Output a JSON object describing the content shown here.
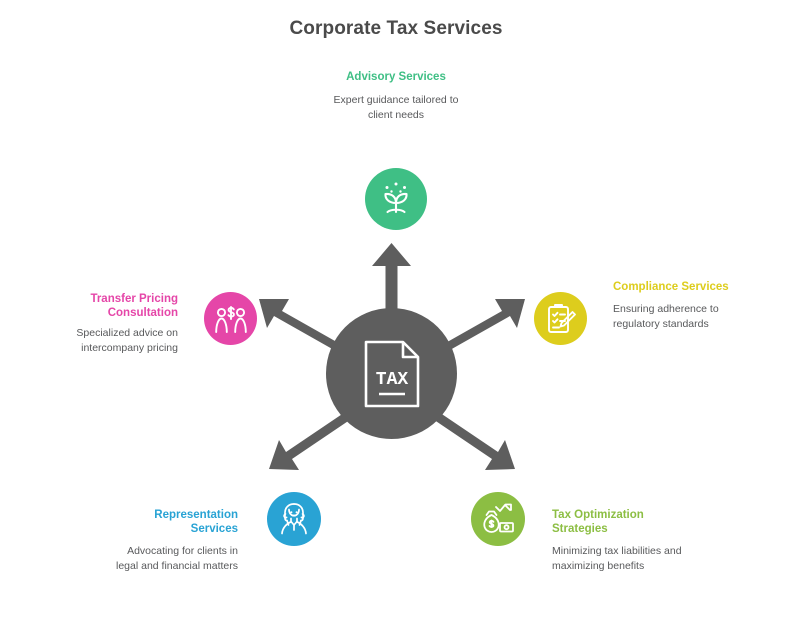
{
  "title": "Corporate Tax Services",
  "colors": {
    "hub": "#5e5e5e",
    "arrow": "#5e5e5e",
    "advisory": "#3fbf85",
    "compliance": "#ddcd1d",
    "optimization": "#8cbe43",
    "representation": "#29a3d4",
    "transfer_pricing": "#e546a8",
    "title_text": "#4a4a4a",
    "body_text": "#58595b"
  },
  "hub": {
    "icon": "tax-document-icon",
    "document_label": "TAX"
  },
  "nodes": [
    {
      "id": "advisory",
      "title": "Advisory Services",
      "description": "Expert guidance tailored to client needs",
      "icon": "sprout-plant-icon",
      "color": "#3fbf85",
      "align": "center"
    },
    {
      "id": "compliance",
      "title": "Compliance Services",
      "description": "Ensuring adherence to regulatory standards",
      "icon": "clipboard-checklist-pencil-icon",
      "color": "#ddcd1d",
      "align": "left"
    },
    {
      "id": "optimization",
      "title": "Tax Optimization Strategies",
      "description": "Minimizing tax liabilities and maximizing benefits",
      "icon": "money-bag-growth-icon",
      "color": "#8cbe43",
      "align": "left"
    },
    {
      "id": "representation",
      "title": "Representation Services",
      "description": "Advocating for clients in legal and financial matters",
      "icon": "judge-lawyer-icon",
      "color": "#29a3d4",
      "align": "right"
    },
    {
      "id": "transfer_pricing",
      "title": "Transfer Pricing Consultation",
      "description": "Specialized advice on intercompany pricing",
      "icon": "two-people-dollar-icon",
      "color": "#e546a8",
      "align": "right"
    }
  ],
  "arrows": [
    {
      "id": "arrow-up",
      "direction": "up"
    },
    {
      "id": "arrow-upper-right",
      "direction": "upper-right"
    },
    {
      "id": "arrow-lower-right",
      "direction": "lower-right"
    },
    {
      "id": "arrow-lower-left",
      "direction": "lower-left"
    },
    {
      "id": "arrow-upper-left",
      "direction": "upper-left"
    }
  ]
}
